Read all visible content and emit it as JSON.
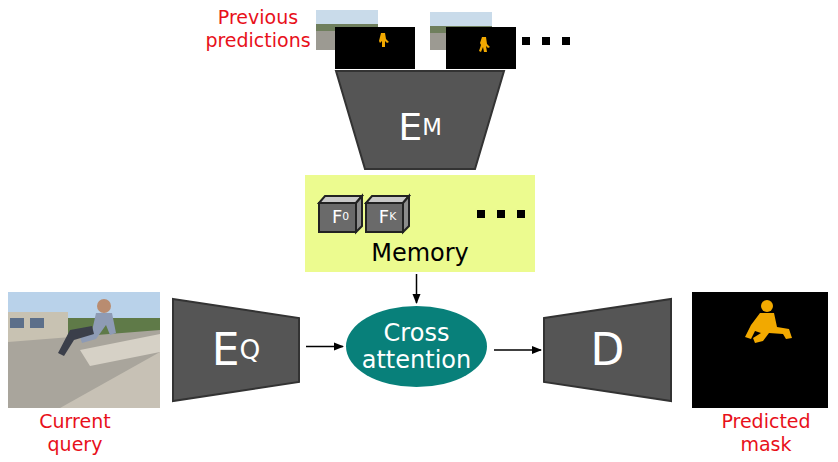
{
  "diagram": {
    "nodes": [
      {
        "text": [
          "E",
          "M"
        ]
      },
      {
        "text": [
          "Memory"
        ]
      },
      {
        "text": [
          "F",
          "0"
        ],
        "in": 1
      },
      {
        "text": [
          "F",
          "K"
        ],
        "in": 1
      },
      {
        "text": [
          "E",
          "Q"
        ]
      },
      {
        "text": [
          "Cross attention"
        ]
      },
      {
        "text": [
          "D"
        ]
      }
    ],
    "edges": [
      {
        "from": 4,
        "to": 5,
        "arrow": "to"
      },
      {
        "from": 1,
        "to": 5,
        "arrow": "to"
      },
      {
        "from": 5,
        "to": 6,
        "arrow": "to"
      }
    ],
    "labels": [
      "Previous predictions",
      "Current query",
      "Predicted mask"
    ]
  }
}
